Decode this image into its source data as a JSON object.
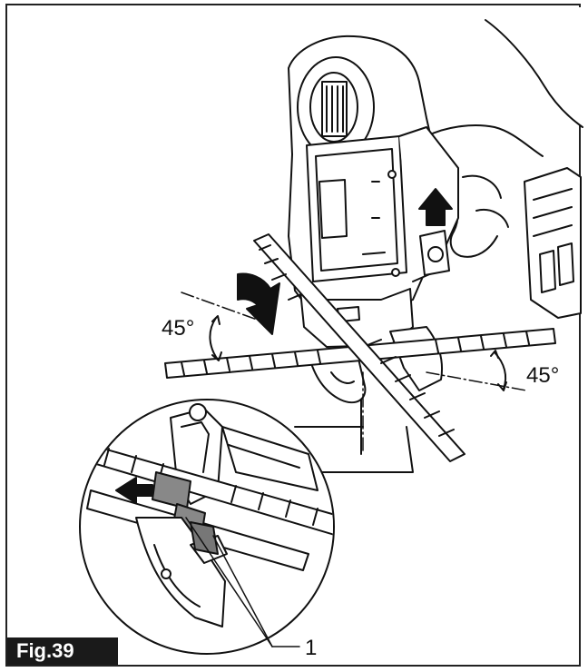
{
  "figure": {
    "label": "Fig.39"
  },
  "angles": {
    "left": "45°",
    "right": "45°"
  },
  "callouts": {
    "part_number": "1"
  },
  "colors": {
    "line": "#111111",
    "badge_bg": "#1a1a1a",
    "badge_text": "#ffffff"
  }
}
